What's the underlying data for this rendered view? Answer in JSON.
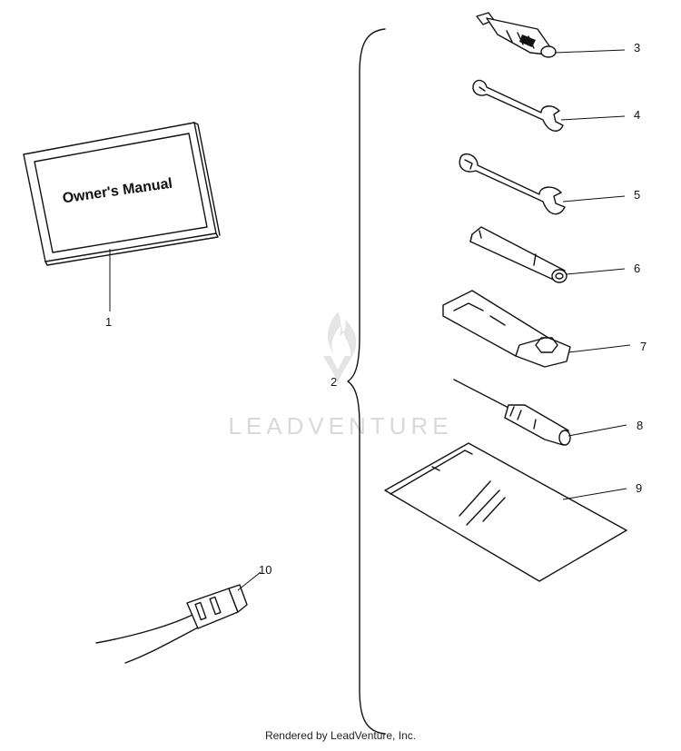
{
  "manual": {
    "cover_text": "Owner's Manual"
  },
  "callouts": [
    "1",
    "2",
    "3",
    "4",
    "5",
    "6",
    "7",
    "8",
    "9",
    "10"
  ],
  "watermark": {
    "text": "LEADVENTURE",
    "color": "#d9d9d9"
  },
  "footer": {
    "text": "Rendered by LeadVenture, Inc."
  }
}
